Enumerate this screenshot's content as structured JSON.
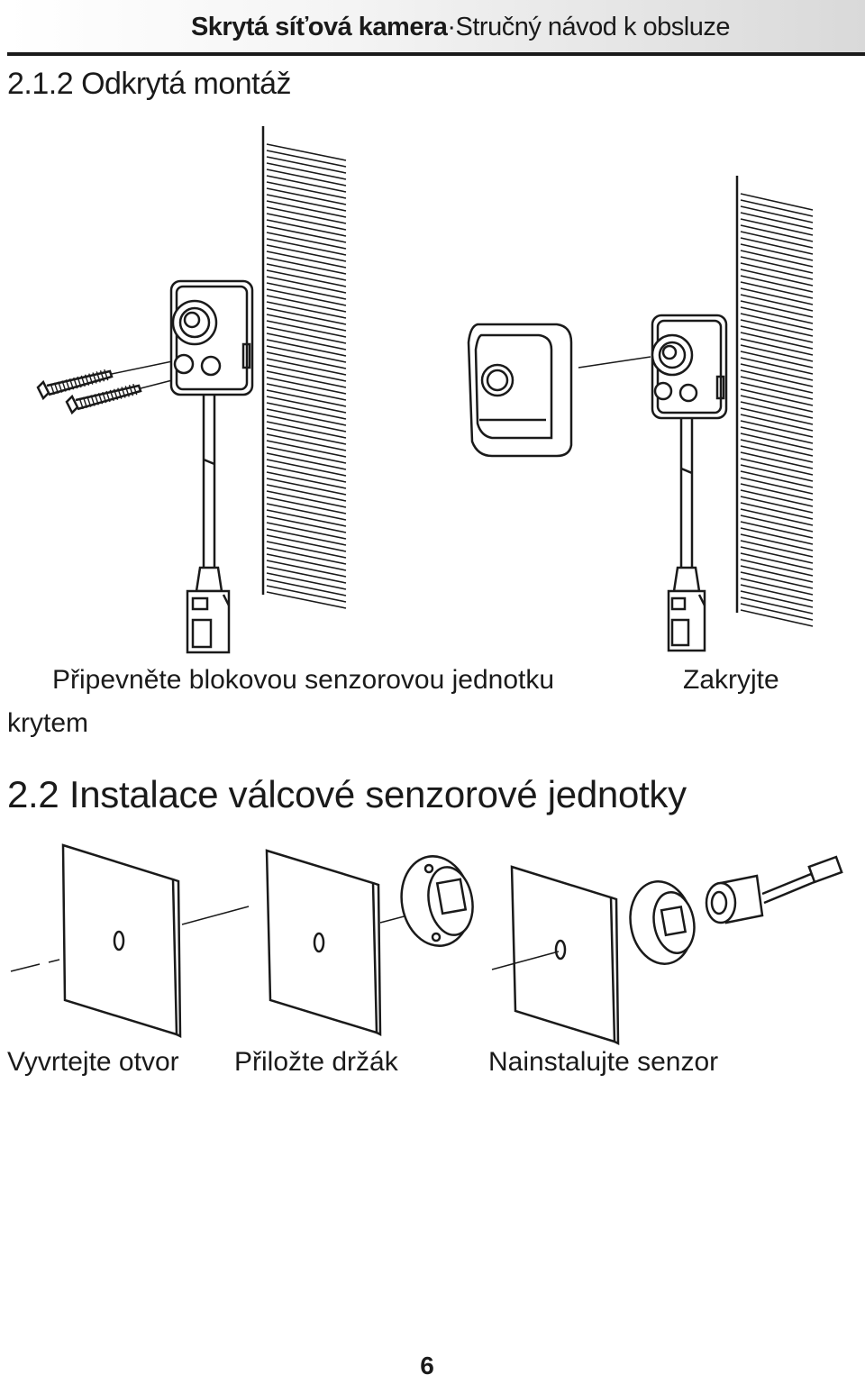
{
  "header": {
    "title_bold": "Skrytá síťová kamera",
    "separator": "·",
    "subtitle": "Stručný návod k obsluze"
  },
  "section_2_1_2": {
    "title": "2.1.2 Odkrytá montáž",
    "caption_attach": "Připevněte blokovou senzorovou jednotku",
    "caption_cover_a": "Zakryjte",
    "caption_cover_b": "krytem"
  },
  "section_2_2": {
    "title": "2.2 Instalace válcové senzorové jednotky",
    "steps": [
      "Vyvrtejte otvor",
      "Přiložte držák",
      "Nainstalujte senzor"
    ]
  },
  "footer": {
    "page_number": "6"
  }
}
